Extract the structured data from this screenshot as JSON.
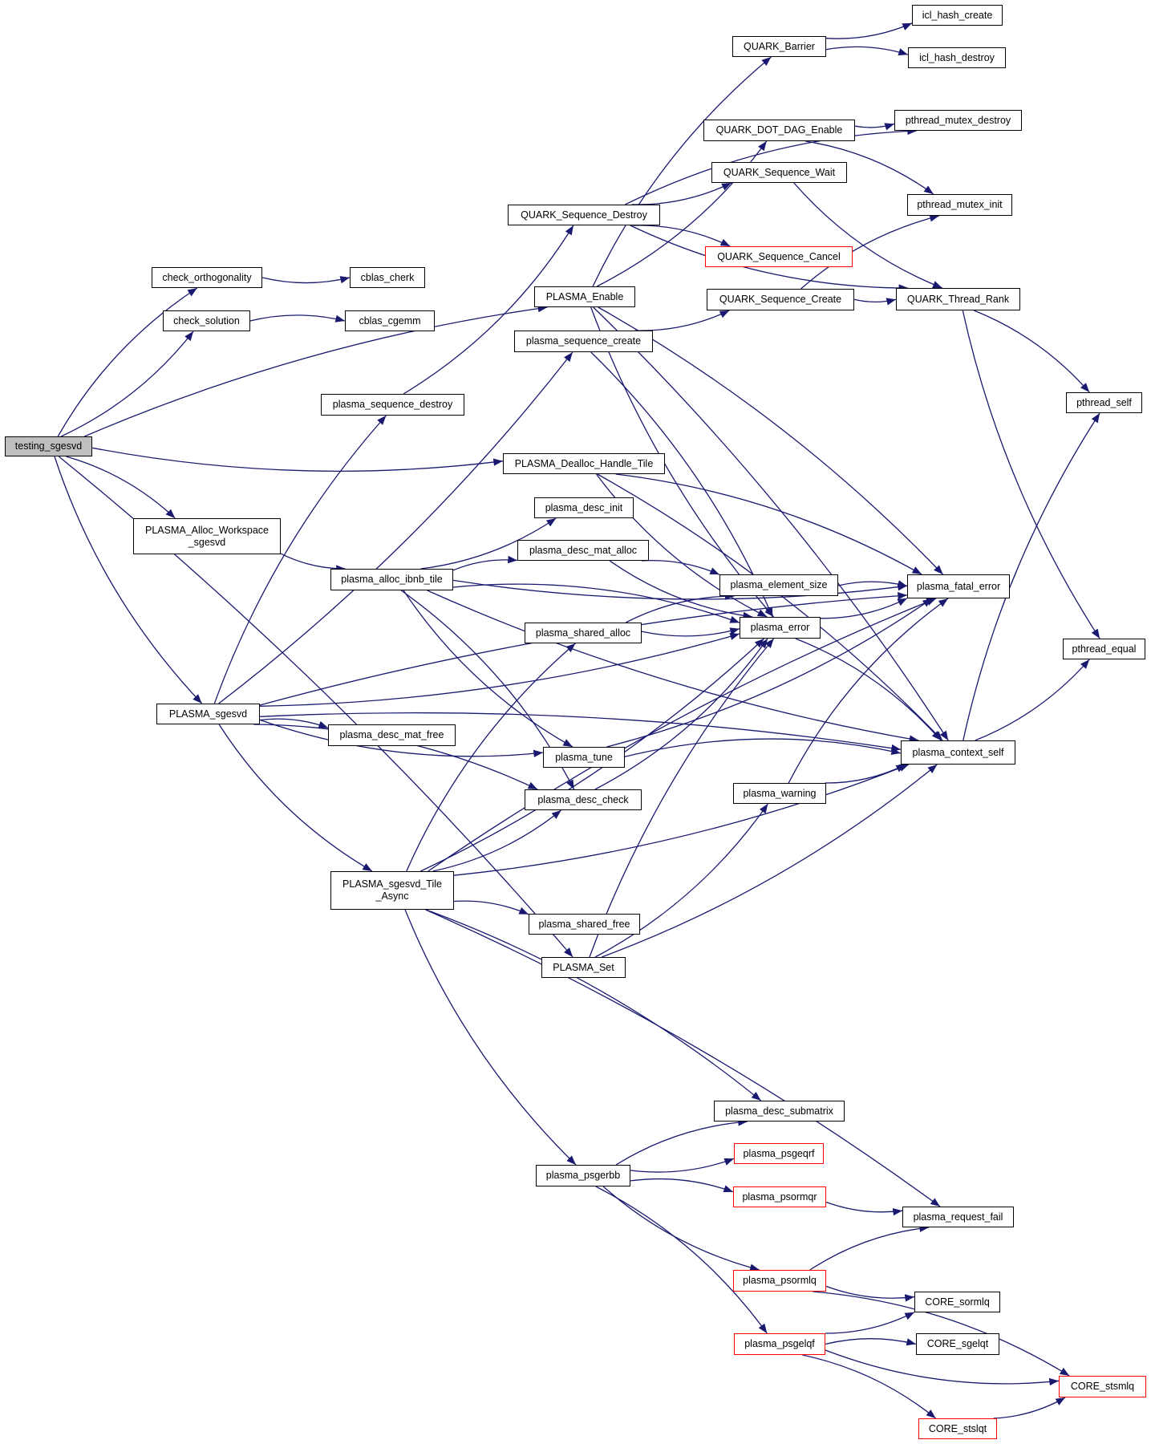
{
  "graph": {
    "title": "testing_sgesvd call graph",
    "edge_color": "#191970",
    "root_fill": "#bfbfbf",
    "truncated_border": "#ff0000",
    "nodes": [
      {
        "id": "testing_sgesvd",
        "label": "testing_sgesvd",
        "root": true
      },
      {
        "id": "check_orthogonality",
        "label": "check_orthogonality"
      },
      {
        "id": "check_solution",
        "label": "check_solution"
      },
      {
        "id": "cblas_cherk",
        "label": "cblas_cherk"
      },
      {
        "id": "cblas_cgemm",
        "label": "cblas_cgemm"
      },
      {
        "id": "PLASMA_Alloc_Workspace_sgesvd",
        "label": "PLASMA_Alloc_Workspace\n_sgesvd"
      },
      {
        "id": "PLASMA_sgesvd",
        "label": "PLASMA_sgesvd"
      },
      {
        "id": "plasma_sequence_destroy",
        "label": "plasma_sequence_destroy"
      },
      {
        "id": "QUARK_Sequence_Destroy",
        "label": "QUARK_Sequence_Destroy"
      },
      {
        "id": "PLASMA_Enable",
        "label": "PLASMA_Enable"
      },
      {
        "id": "plasma_sequence_create",
        "label": "plasma_sequence_create"
      },
      {
        "id": "PLASMA_Dealloc_Handle_Tile",
        "label": "PLASMA_Dealloc_Handle_Tile"
      },
      {
        "id": "plasma_desc_init",
        "label": "plasma_desc_init"
      },
      {
        "id": "plasma_desc_mat_alloc",
        "label": "plasma_desc_mat_alloc"
      },
      {
        "id": "plasma_alloc_ibnb_tile",
        "label": "plasma_alloc_ibnb_tile"
      },
      {
        "id": "plasma_shared_alloc",
        "label": "plasma_shared_alloc"
      },
      {
        "id": "plasma_desc_mat_free",
        "label": "plasma_desc_mat_free"
      },
      {
        "id": "plasma_tune",
        "label": "plasma_tune"
      },
      {
        "id": "plasma_desc_check",
        "label": "plasma_desc_check"
      },
      {
        "id": "PLASMA_sgesvd_Tile_Async",
        "label": "PLASMA_sgesvd_Tile\n_Async"
      },
      {
        "id": "plasma_shared_free",
        "label": "plasma_shared_free"
      },
      {
        "id": "PLASMA_Set",
        "label": "PLASMA_Set"
      },
      {
        "id": "QUARK_Barrier",
        "label": "QUARK_Barrier"
      },
      {
        "id": "QUARK_DOT_DAG_Enable",
        "label": "QUARK_DOT_DAG_Enable"
      },
      {
        "id": "QUARK_Sequence_Wait",
        "label": "QUARK_Sequence_Wait"
      },
      {
        "id": "QUARK_Sequence_Cancel",
        "label": "QUARK_Sequence_Cancel",
        "truncated": true
      },
      {
        "id": "QUARK_Sequence_Create",
        "label": "QUARK_Sequence_Create"
      },
      {
        "id": "plasma_element_size",
        "label": "plasma_element_size"
      },
      {
        "id": "plasma_error",
        "label": "plasma_error"
      },
      {
        "id": "plasma_warning",
        "label": "plasma_warning"
      },
      {
        "id": "icl_hash_create",
        "label": "icl_hash_create"
      },
      {
        "id": "icl_hash_destroy",
        "label": "icl_hash_destroy"
      },
      {
        "id": "pthread_mutex_destroy",
        "label": "pthread_mutex_destroy"
      },
      {
        "id": "pthread_mutex_init",
        "label": "pthread_mutex_init"
      },
      {
        "id": "QUARK_Thread_Rank",
        "label": "QUARK_Thread_Rank"
      },
      {
        "id": "plasma_fatal_error",
        "label": "plasma_fatal_error"
      },
      {
        "id": "plasma_context_self",
        "label": "plasma_context_self"
      },
      {
        "id": "pthread_self",
        "label": "pthread_self"
      },
      {
        "id": "pthread_equal",
        "label": "pthread_equal"
      },
      {
        "id": "plasma_desc_submatrix",
        "label": "plasma_desc_submatrix"
      },
      {
        "id": "plasma_psgeqrf",
        "label": "plasma_psgeqrf",
        "truncated": true
      },
      {
        "id": "plasma_psgerbb",
        "label": "plasma_psgerbb"
      },
      {
        "id": "plasma_psormqr",
        "label": "plasma_psormqr",
        "truncated": true
      },
      {
        "id": "plasma_request_fail",
        "label": "plasma_request_fail"
      },
      {
        "id": "plasma_psormlq",
        "label": "plasma_psormlq",
        "truncated": true
      },
      {
        "id": "CORE_sormlq",
        "label": "CORE_sormlq"
      },
      {
        "id": "plasma_psgelqf",
        "label": "plasma_psgelqf",
        "truncated": true
      },
      {
        "id": "CORE_sgelqt",
        "label": "CORE_sgelqt"
      },
      {
        "id": "CORE_stsmlq",
        "label": "CORE_stsmlq",
        "truncated": true
      },
      {
        "id": "CORE_stslqt",
        "label": "CORE_stslqt",
        "truncated": true
      }
    ],
    "edges": [
      [
        "testing_sgesvd",
        "check_orthogonality"
      ],
      [
        "testing_sgesvd",
        "check_solution"
      ],
      [
        "testing_sgesvd",
        "PLASMA_Enable"
      ],
      [
        "testing_sgesvd",
        "PLASMA_Dealloc_Handle_Tile"
      ],
      [
        "testing_sgesvd",
        "PLASMA_Alloc_Workspace_sgesvd"
      ],
      [
        "testing_sgesvd",
        "PLASMA_sgesvd"
      ],
      [
        "testing_sgesvd",
        "PLASMA_Set"
      ],
      [
        "check_orthogonality",
        "cblas_cherk"
      ],
      [
        "check_solution",
        "cblas_cgemm"
      ],
      [
        "PLASMA_Alloc_Workspace_sgesvd",
        "plasma_alloc_ibnb_tile"
      ],
      [
        "PLASMA_sgesvd",
        "plasma_sequence_destroy"
      ],
      [
        "PLASMA_sgesvd",
        "plasma_sequence_create"
      ],
      [
        "PLASMA_sgesvd",
        "plasma_fatal_error"
      ],
      [
        "PLASMA_sgesvd",
        "plasma_error"
      ],
      [
        "PLASMA_sgesvd",
        "plasma_desc_mat_free"
      ],
      [
        "PLASMA_sgesvd",
        "plasma_tune"
      ],
      [
        "PLASMA_sgesvd",
        "plasma_desc_check"
      ],
      [
        "PLASMA_sgesvd",
        "PLASMA_sgesvd_Tile_Async"
      ],
      [
        "PLASMA_sgesvd",
        "plasma_context_self"
      ],
      [
        "plasma_sequence_destroy",
        "QUARK_Sequence_Destroy"
      ],
      [
        "QUARK_Sequence_Destroy",
        "pthread_mutex_destroy"
      ],
      [
        "QUARK_Sequence_Destroy",
        "QUARK_Sequence_Wait"
      ],
      [
        "QUARK_Sequence_Destroy",
        "QUARK_Sequence_Cancel"
      ],
      [
        "QUARK_Sequence_Destroy",
        "QUARK_Thread_Rank"
      ],
      [
        "PLASMA_Enable",
        "QUARK_Barrier"
      ],
      [
        "PLASMA_Enable",
        "QUARK_DOT_DAG_Enable"
      ],
      [
        "PLASMA_Enable",
        "plasma_fatal_error"
      ],
      [
        "PLASMA_Enable",
        "plasma_error"
      ],
      [
        "PLASMA_Enable",
        "plasma_context_self"
      ],
      [
        "plasma_sequence_create",
        "QUARK_Sequence_Create"
      ],
      [
        "plasma_sequence_create",
        "plasma_error"
      ],
      [
        "QUARK_Barrier",
        "icl_hash_create"
      ],
      [
        "QUARK_Barrier",
        "icl_hash_destroy"
      ],
      [
        "QUARK_DOT_DAG_Enable",
        "pthread_mutex_destroy"
      ],
      [
        "QUARK_DOT_DAG_Enable",
        "pthread_mutex_init"
      ],
      [
        "QUARK_Sequence_Wait",
        "QUARK_Thread_Rank"
      ],
      [
        "QUARK_Sequence_Create",
        "pthread_mutex_init"
      ],
      [
        "QUARK_Sequence_Create",
        "QUARK_Thread_Rank"
      ],
      [
        "QUARK_Thread_Rank",
        "pthread_self"
      ],
      [
        "QUARK_Thread_Rank",
        "pthread_equal"
      ],
      [
        "PLASMA_Dealloc_Handle_Tile",
        "plasma_fatal_error"
      ],
      [
        "PLASMA_Dealloc_Handle_Tile",
        "plasma_error"
      ],
      [
        "PLASMA_Dealloc_Handle_Tile",
        "plasma_context_self"
      ],
      [
        "plasma_alloc_ibnb_tile",
        "plasma_desc_init"
      ],
      [
        "plasma_alloc_ibnb_tile",
        "plasma_desc_mat_alloc"
      ],
      [
        "plasma_alloc_ibnb_tile",
        "plasma_fatal_error"
      ],
      [
        "plasma_alloc_ibnb_tile",
        "plasma_error"
      ],
      [
        "plasma_alloc_ibnb_tile",
        "plasma_tune"
      ],
      [
        "plasma_alloc_ibnb_tile",
        "plasma_desc_check"
      ],
      [
        "plasma_alloc_ibnb_tile",
        "plasma_context_self"
      ],
      [
        "plasma_desc_mat_alloc",
        "plasma_element_size"
      ],
      [
        "plasma_desc_mat_alloc",
        "plasma_error"
      ],
      [
        "plasma_shared_alloc",
        "plasma_element_size"
      ],
      [
        "plasma_shared_alloc",
        "plasma_error"
      ],
      [
        "plasma_element_size",
        "plasma_fatal_error"
      ],
      [
        "plasma_error",
        "plasma_fatal_error"
      ],
      [
        "plasma_error",
        "plasma_context_self"
      ],
      [
        "plasma_tune",
        "plasma_fatal_error"
      ],
      [
        "plasma_tune",
        "plasma_context_self"
      ],
      [
        "plasma_desc_check",
        "plasma_error"
      ],
      [
        "plasma_warning",
        "plasma_fatal_error"
      ],
      [
        "plasma_warning",
        "plasma_context_self"
      ],
      [
        "plasma_context_self",
        "pthread_self"
      ],
      [
        "plasma_context_self",
        "pthread_equal"
      ],
      [
        "PLASMA_sgesvd_Tile_Async",
        "plasma_shared_alloc"
      ],
      [
        "PLASMA_sgesvd_Tile_Async",
        "plasma_desc_check"
      ],
      [
        "PLASMA_sgesvd_Tile_Async",
        "plasma_fatal_error"
      ],
      [
        "PLASMA_sgesvd_Tile_Async",
        "plasma_error"
      ],
      [
        "PLASMA_sgesvd_Tile_Async",
        "plasma_shared_free"
      ],
      [
        "PLASMA_sgesvd_Tile_Async",
        "plasma_context_self"
      ],
      [
        "PLASMA_sgesvd_Tile_Async",
        "plasma_desc_submatrix"
      ],
      [
        "PLASMA_sgesvd_Tile_Async",
        "plasma_psgerbb"
      ],
      [
        "PLASMA_sgesvd_Tile_Async",
        "plasma_request_fail"
      ],
      [
        "PLASMA_Set",
        "plasma_warning"
      ],
      [
        "PLASMA_Set",
        "plasma_error"
      ],
      [
        "PLASMA_Set",
        "plasma_context_self"
      ],
      [
        "plasma_psgerbb",
        "plasma_desc_submatrix"
      ],
      [
        "plasma_psgerbb",
        "plasma_psgeqrf"
      ],
      [
        "plasma_psgerbb",
        "plasma_psormqr"
      ],
      [
        "plasma_psgerbb",
        "plasma_psormlq"
      ],
      [
        "plasma_psgerbb",
        "plasma_psgelqf"
      ],
      [
        "plasma_psormqr",
        "plasma_request_fail"
      ],
      [
        "plasma_psormlq",
        "plasma_request_fail"
      ],
      [
        "plasma_psormlq",
        "CORE_sormlq"
      ],
      [
        "plasma_psormlq",
        "CORE_stsmlq"
      ],
      [
        "plasma_psgelqf",
        "CORE_sormlq"
      ],
      [
        "plasma_psgelqf",
        "CORE_sgelqt"
      ],
      [
        "plasma_psgelqf",
        "CORE_stsmlq"
      ],
      [
        "plasma_psgelqf",
        "CORE_stslqt"
      ],
      [
        "CORE_stslqt",
        "CORE_stsmlq"
      ]
    ]
  }
}
